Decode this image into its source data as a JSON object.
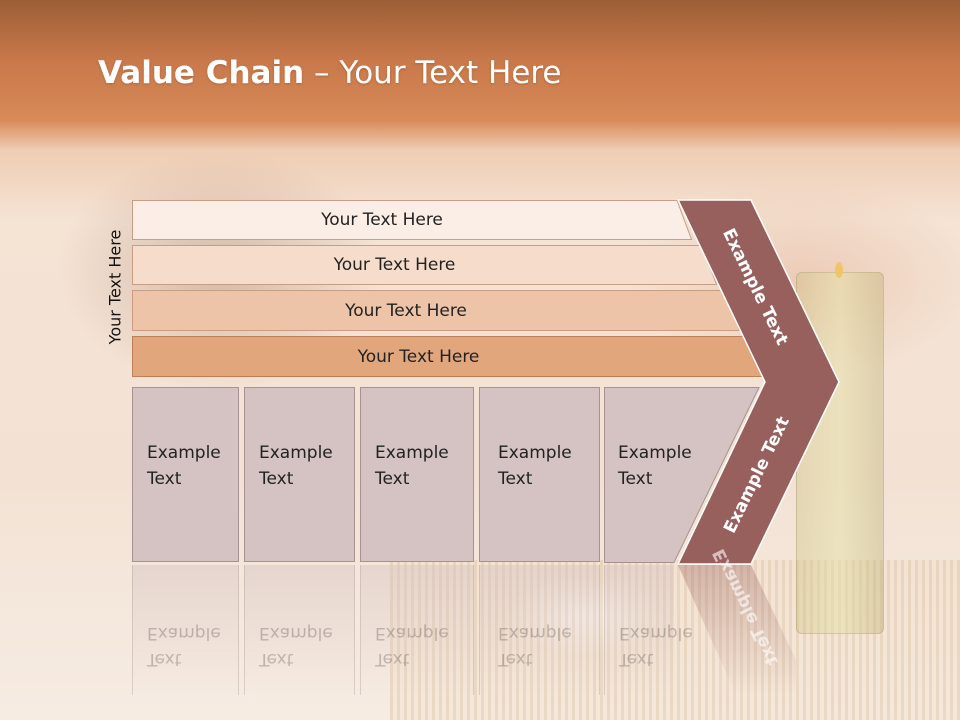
{
  "slide": {
    "title_bold": "Value Chain",
    "title_rest": " – Your Text Here",
    "side_label": "Your Text Here"
  },
  "rows": [
    {
      "label": "Your Text Here",
      "color": "#fbeee6"
    },
    {
      "label": "Your Text Here",
      "color": "#f6dccb"
    },
    {
      "label": "Your Text Here",
      "color": "#eec4a8"
    },
    {
      "label": "Your Text Here",
      "color": "#e2a67c"
    }
  ],
  "cells": [
    {
      "line1": "Example",
      "line2": "Text"
    },
    {
      "line1": "Example",
      "line2": "Text"
    },
    {
      "line1": "Example",
      "line2": "Text"
    },
    {
      "line1": "Example",
      "line2": "Text"
    },
    {
      "line1": "Example",
      "line2": "Text"
    }
  ],
  "chevron": {
    "upper_text": "Example Text",
    "lower_text": "Example Text",
    "color": "#98605d"
  },
  "colors": {
    "header": "#c8784a",
    "cell_fill": "#d5c2c2"
  }
}
